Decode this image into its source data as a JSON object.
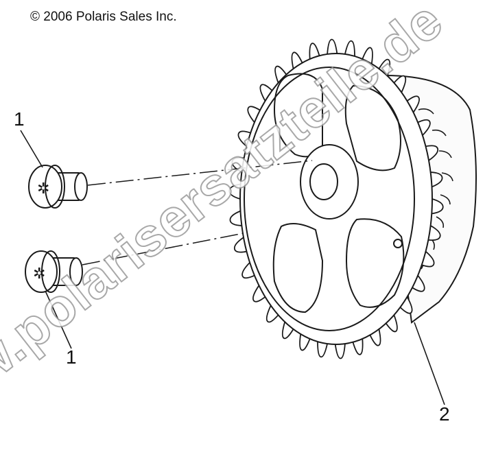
{
  "copyright": "© 2006 Polaris Sales Inc.",
  "callouts": {
    "part_1_upper": "1",
    "part_1_lower": "1",
    "part_2": "2"
  },
  "watermark": "www.polarisersatzteile.de"
}
